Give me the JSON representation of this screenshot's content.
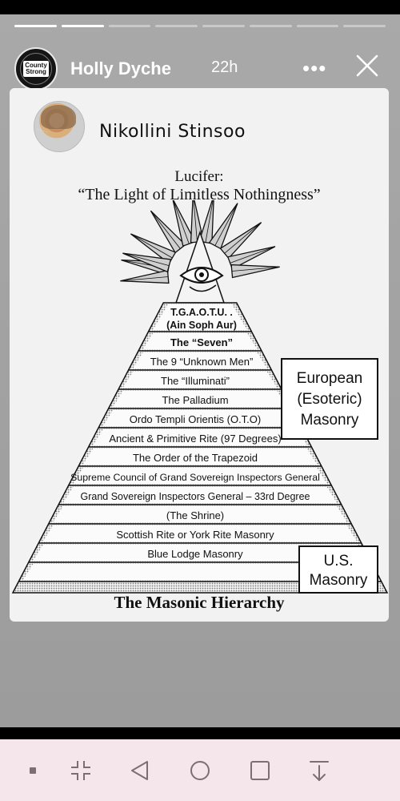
{
  "story": {
    "progress": {
      "total": 8,
      "completed": 2
    },
    "user": {
      "name": "Holly Dyche",
      "time": "22h"
    },
    "avatar_badge": [
      "County",
      "Strong"
    ],
    "icons": {
      "more": "more-options-icon",
      "close": "close-icon"
    }
  },
  "post": {
    "author": "Nikollini Stinsoo",
    "document": {
      "title_line1": "Lucifer:",
      "title_line2": "“The Light of Limitless Nothingness”",
      "pyramid_levels": [
        "T.G.A.O.T.U. .",
        "(Ain Soph Aur)",
        "The “Seven”",
        "The 9 “Unknown Men”",
        "The “Illuminati”",
        "The Palladium",
        "Ordo Templi Orientis (O.T.O)",
        "Ancient & Primitive Rite (97 Degrees)",
        "The Order of the Trapezoid",
        "Supreme Council of Grand Sovereign Inspectors General",
        "Grand Sovereign Inspectors General – 33rd Degree",
        "(The Shrine)",
        "Scottish Rite or York Rite Masonry",
        "Blue Lodge Masonry"
      ],
      "european_box": [
        "European",
        "(Esoteric)",
        "Masonry"
      ],
      "us_box": [
        "U.S.",
        "Masonry"
      ],
      "bottom_title": "The Masonic Hierarchy"
    }
  },
  "navbar": {
    "icons": [
      "recents-dot-icon",
      "screenshot-icon",
      "back-icon",
      "home-icon",
      "overview-icon",
      "download-icon"
    ]
  }
}
